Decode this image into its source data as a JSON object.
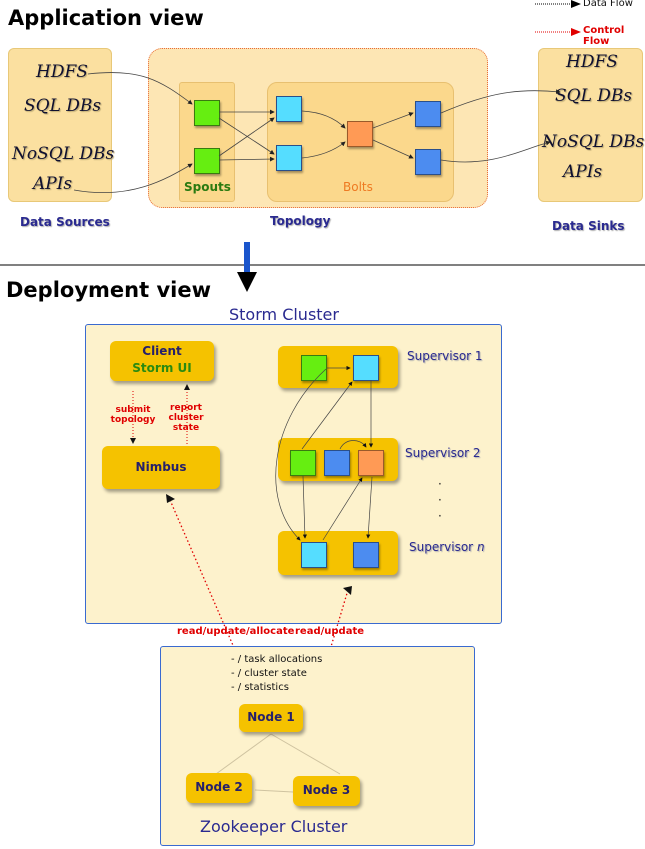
{
  "app_view": {
    "title": "Application view",
    "legend": {
      "data_flow": "Data Flow",
      "control_flow": "Control Flow"
    },
    "sources": [
      "HDFS",
      "SQL DBs",
      "NoSQL DBs",
      "APIs"
    ],
    "sources_label": "Data Sources",
    "topology_label": "Topology",
    "spouts_label": "Spouts",
    "bolts_label": "Bolts",
    "sinks": [
      "HDFS",
      "SQL DBs",
      "NoSQL DBs",
      "APIs"
    ],
    "sinks_label": "Data Sinks"
  },
  "deploy_view": {
    "title": "Deployment view",
    "storm_cluster_label": "Storm Cluster",
    "client_label": "Client",
    "storm_ui_label": "Storm UI",
    "submit_label": "submit\ntopology",
    "report_label": "report\ncluster\nstate",
    "nimbus_label": "Nimbus",
    "supervisors": [
      "Supervisor 1",
      "Supervisor 2",
      "Supervisor"
    ],
    "supervisor_n_suffix": "n",
    "read_update_allocate": "read/update/allocate",
    "read_update": "read/update",
    "zk_paths": [
      "- / task allocations",
      "- / cluster state",
      "- / statistics"
    ],
    "zk_nodes": [
      "Node 1",
      "Node 2",
      "Node 3"
    ],
    "zk_cluster_label": "Zookeeper Cluster"
  }
}
